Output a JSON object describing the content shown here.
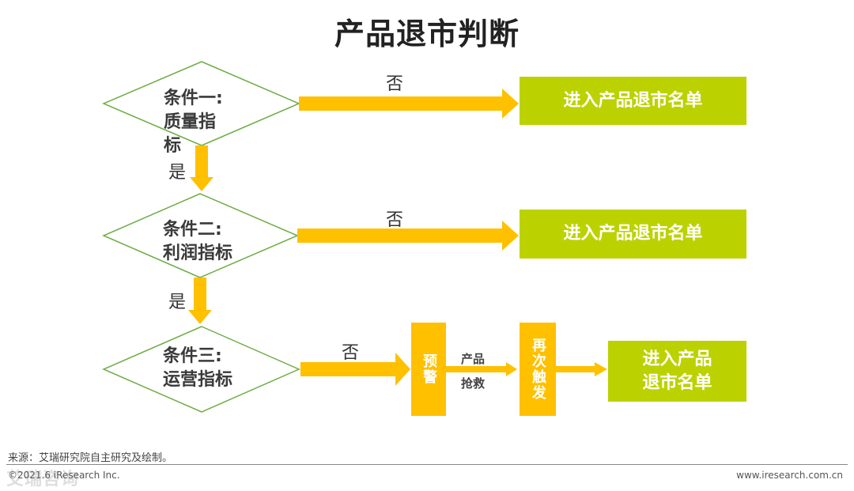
{
  "title": "产品退市判断",
  "conditions": [
    {
      "line1": "条件一:",
      "line2": "质量指",
      "line3": "标"
    },
    {
      "line1": "条件二:",
      "line2": "利润指标"
    },
    {
      "line1": "条件三:",
      "line2": "运营指标"
    }
  ],
  "labels": {
    "no": "否",
    "yes": "是"
  },
  "outcomes": {
    "delist_list": "进入产品退市名单",
    "delist_line1": "进入产品",
    "delist_line2": "退市名单"
  },
  "steps": {
    "warning": "预警",
    "rescue_line1": "产品",
    "rescue_line2": "抢救",
    "retrigger": "再次触发"
  },
  "footer": {
    "source": "来源：艾瑞研究院自主研究及绘制。",
    "copyright": "©2021.6 iResearch Inc.",
    "website": "www.iresearch.com.cn",
    "watermark": "艾瑞咨询"
  },
  "colors": {
    "arrow": "#ffc000",
    "diamond_border": "#70ad47",
    "green_box": "#bcd200",
    "orange_box": "#ffc000"
  }
}
